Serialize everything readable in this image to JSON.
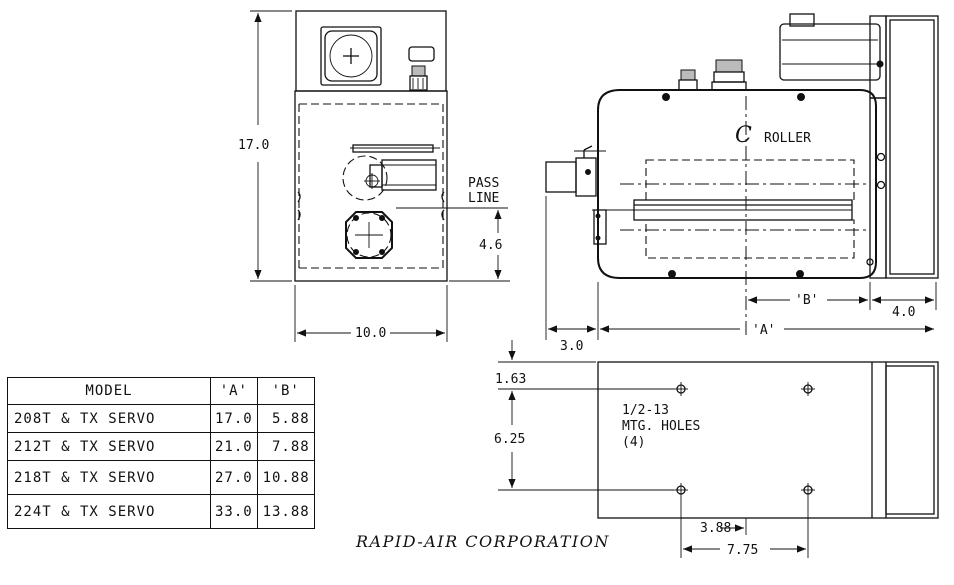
{
  "front_view": {
    "height_label": "17.0",
    "width_label": "10.0",
    "pass_line_label_1": "PASS",
    "pass_line_label_2": "LINE",
    "pass_line_height_label": "4.6"
  },
  "side_view": {
    "roller_symbol": "C",
    "roller_label": "ROLLER",
    "dim_b_label": "'B'",
    "dim_a_label": "'A'",
    "dim_right_label": "4.0",
    "dim_left_label": "3.0"
  },
  "bottom_view": {
    "dim_offset_label": "1.63",
    "dim_hole_spacing_label": "6.25",
    "holes_note_line1": "1/2-13",
    "holes_note_line2": "MTG. HOLES",
    "holes_note_line3": "(4)",
    "dim_inner_label": "3.88",
    "dim_outer_label": "7.75"
  },
  "model_table": {
    "headers": [
      "MODEL",
      "'A'",
      "'B'"
    ],
    "rows": [
      {
        "model": "208T & TX SERVO",
        "a": "17.0",
        "b": "5.88"
      },
      {
        "model": "212T & TX SERVO",
        "a": "21.0",
        "b": "7.88"
      },
      {
        "model": "218T & TX SERVO",
        "a": "27.0",
        "b": "10.88"
      },
      {
        "model": "224T & TX SERVO",
        "a": "33.0",
        "b": "13.88"
      }
    ]
  },
  "company": "RAPID-AIR CORPORATION"
}
